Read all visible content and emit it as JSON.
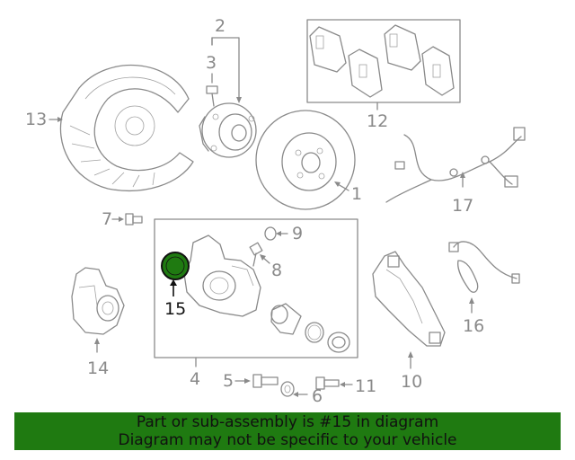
{
  "callouts": {
    "c1": "1",
    "c2": "2",
    "c3": "3",
    "c4": "4",
    "c5": "5",
    "c6": "6",
    "c7": "7",
    "c8": "8",
    "c9": "9",
    "c10": "10",
    "c11": "11",
    "c12": "12",
    "c13": "13",
    "c14": "14",
    "c15": "15",
    "c16": "16",
    "c17": "17"
  },
  "highlight": {
    "part": "15",
    "color": "#1f7a11"
  },
  "banner": {
    "line1": "Part or sub-assembly is #15 in diagram",
    "line2": "Diagram may not be specific to your vehicle",
    "color": "#1f7a11"
  }
}
